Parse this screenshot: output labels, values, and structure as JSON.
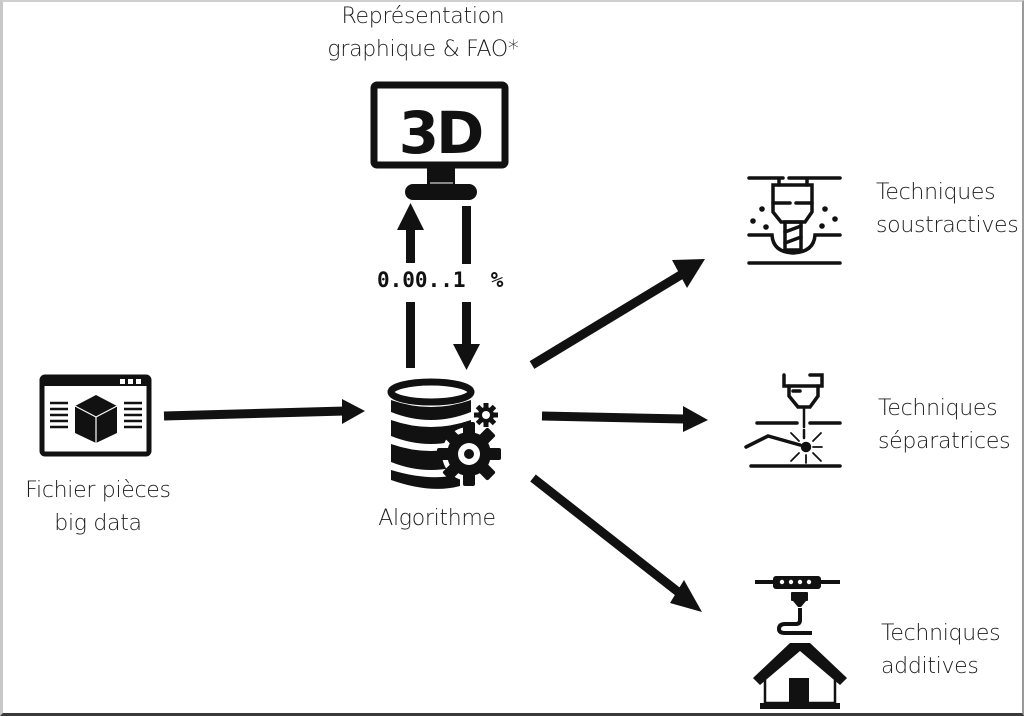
{
  "diagram": {
    "nodes": {
      "input": {
        "label_line1": "Fichier pièces",
        "label_line2": "big data",
        "icon": "browser-3d-cube-icon"
      },
      "render": {
        "label_line1": "Représentation",
        "label_line2": "graphique & FAO*",
        "screen_text": "3D",
        "icon": "monitor-3d-icon"
      },
      "algorithm": {
        "label": "Algorithme",
        "icon": "database-gear-icon"
      },
      "subtractive": {
        "label_line1": "Techniques",
        "label_line2": "soustractives",
        "icon": "milling-tool-icon"
      },
      "separating": {
        "label_line1": "Techniques",
        "label_line2": "séparatrices",
        "icon": "laser-cutter-icon"
      },
      "additive": {
        "label_line1": "Techniques",
        "label_line2": "additives",
        "icon": "3d-printer-house-icon"
      }
    },
    "precision_label": "0.00..1  %",
    "edges": [
      {
        "from": "input",
        "to": "algorithm"
      },
      {
        "from": "algorithm",
        "to": "render"
      },
      {
        "from": "render",
        "to": "algorithm"
      },
      {
        "from": "algorithm",
        "to": "subtractive"
      },
      {
        "from": "algorithm",
        "to": "separating"
      },
      {
        "from": "algorithm",
        "to": "additive"
      }
    ]
  }
}
